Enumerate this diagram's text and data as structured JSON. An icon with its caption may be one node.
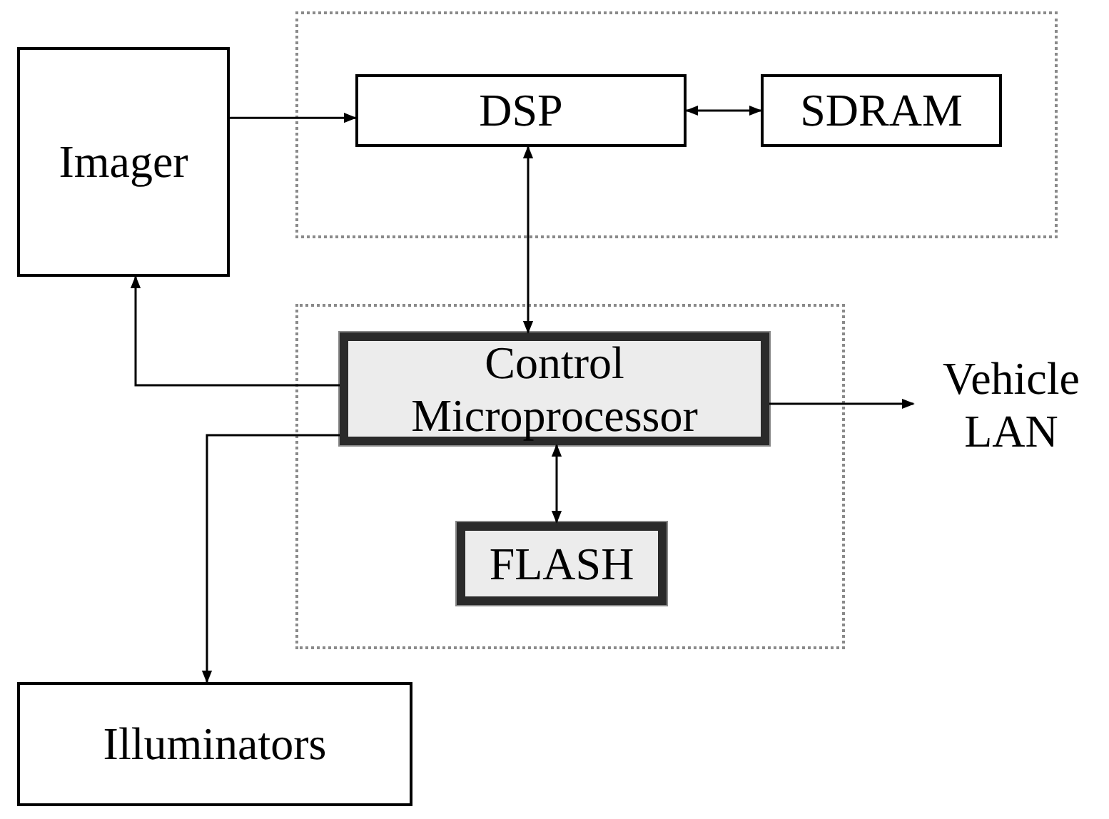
{
  "diagram": {
    "nodes": [
      {
        "text": [
          "Imager"
        ]
      },
      {
        "text": [],
        "shape": "box"
      },
      {
        "text": [
          "DSP"
        ],
        "in": 1
      },
      {
        "text": [
          "SDRAM"
        ],
        "in": 1
      },
      {
        "text": [],
        "shape": "box"
      },
      {
        "text": [
          "Control Microprocessor"
        ],
        "in": 4
      },
      {
        "text": [
          "FLASH"
        ],
        "in": 4
      },
      {
        "text": [
          "Vehicle LAN"
        ]
      },
      {
        "text": [
          "Illuminators"
        ]
      }
    ],
    "edges": [
      {
        "from": 0,
        "to": 2,
        "arrow": "to"
      },
      {
        "from": 2,
        "to": 3,
        "arrow": "both"
      },
      {
        "from": 2,
        "to": 5,
        "arrow": "both"
      },
      {
        "from": 5,
        "to": 0,
        "arrow": "to"
      },
      {
        "from": 5,
        "to": 7,
        "arrow": "to"
      },
      {
        "from": 5,
        "to": 6,
        "arrow": "both"
      },
      {
        "from": 5,
        "to": 8,
        "arrow": "to"
      }
    ]
  }
}
